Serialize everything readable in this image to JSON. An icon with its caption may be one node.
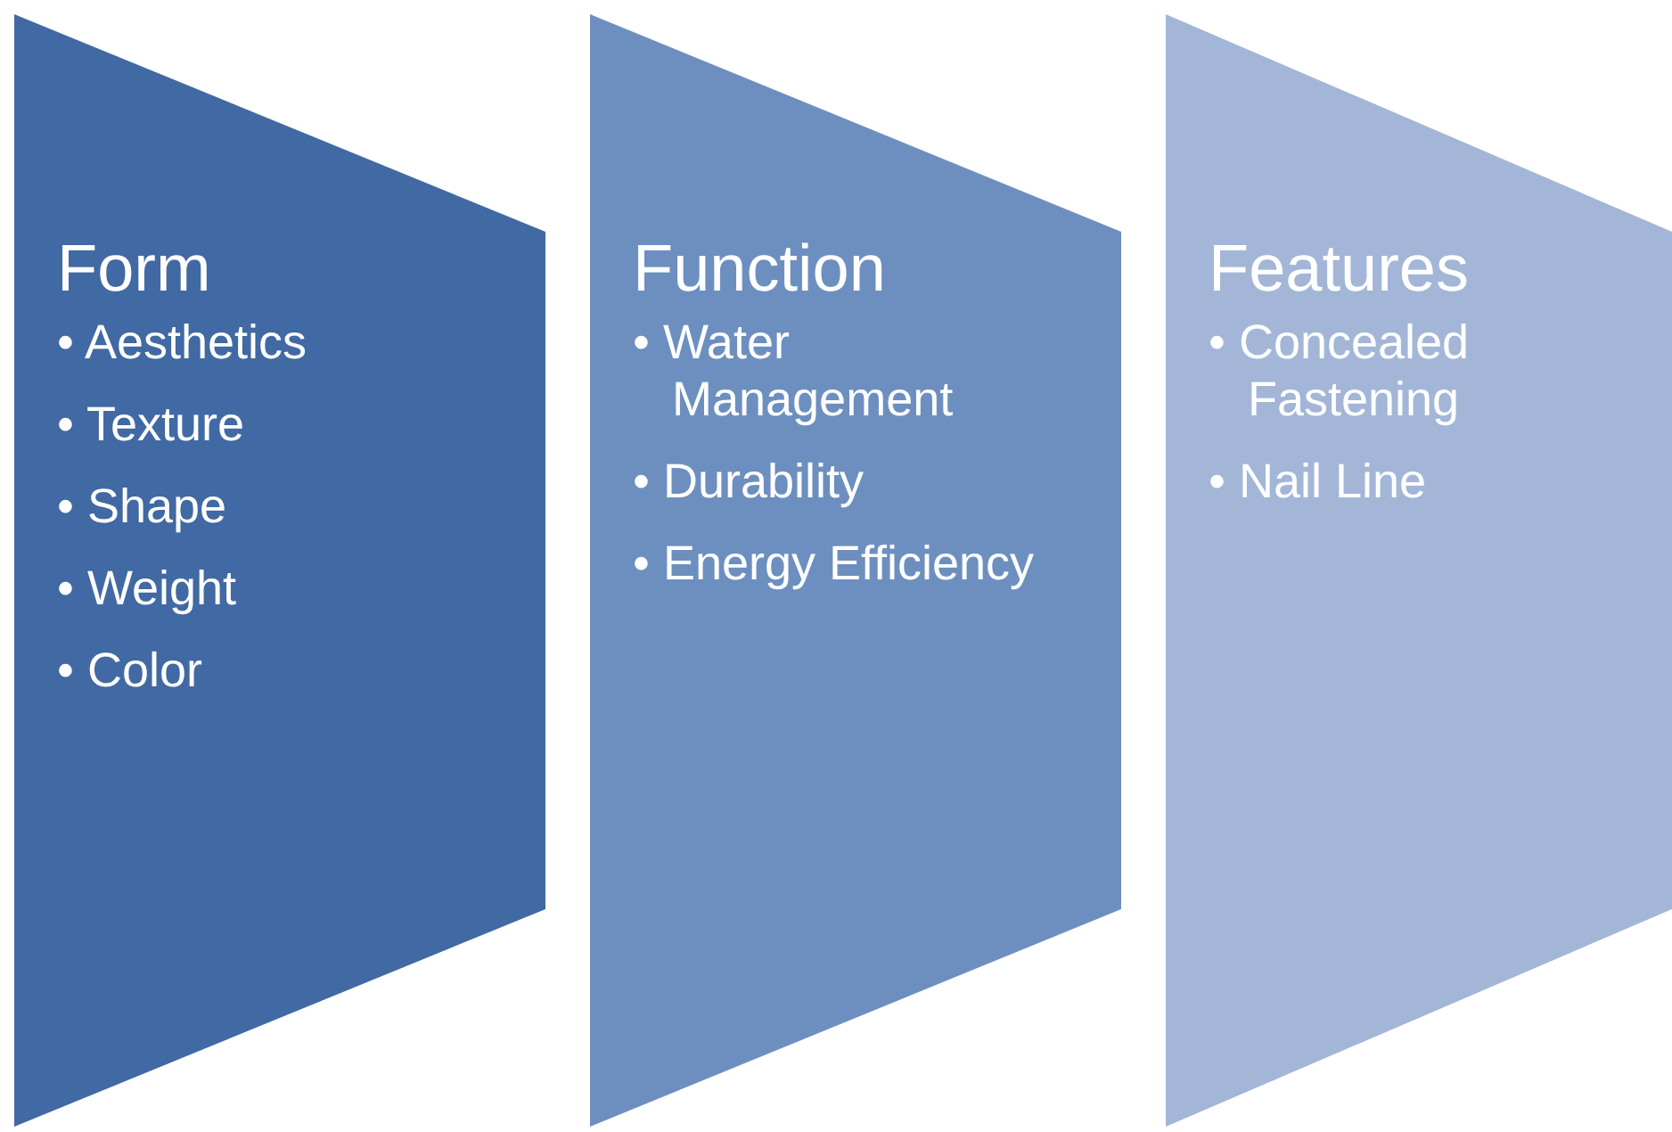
{
  "diagram": {
    "nodes": [
      {
        "text": [
          "Form",
          "• Aesthetics",
          "• Texture",
          "• Shape",
          "• Weight",
          "• Color"
        ]
      },
      {
        "text": [
          "Function",
          "• Water Management",
          "• Durability",
          "• Energy Efficiency"
        ]
      },
      {
        "text": [
          "Features",
          "• Concealed Fastening",
          "• Nail Line"
        ]
      }
    ]
  }
}
